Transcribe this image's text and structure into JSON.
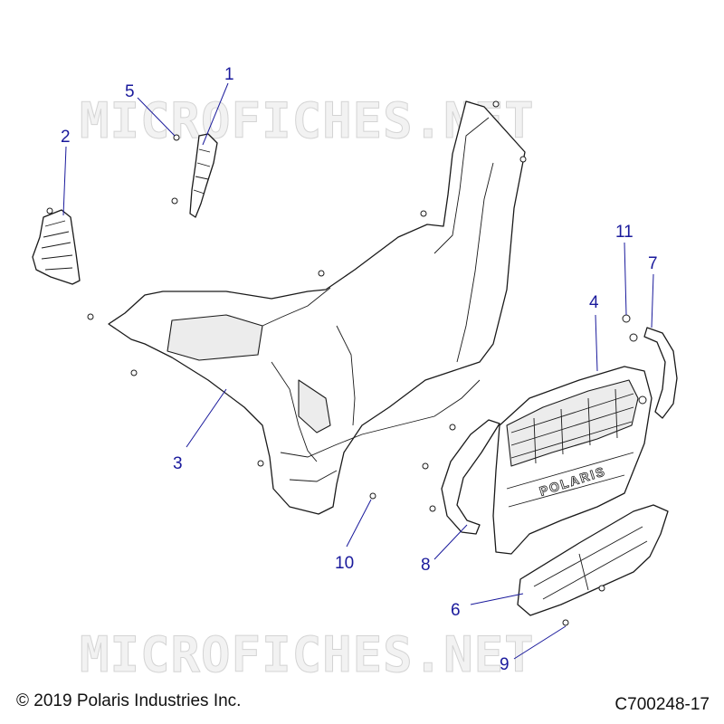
{
  "watermark": {
    "text": "MICROFICHES.NET"
  },
  "footer": {
    "copyright": "© 2019 Polaris Industries Inc.",
    "drawing_number": "C700248-17"
  },
  "grille_logo": "POLARIS",
  "callouts": {
    "c1": "1",
    "c2": "2",
    "c3": "3",
    "c4": "4",
    "c5": "5",
    "c6": "6",
    "c7": "7",
    "c8": "8",
    "c9": "9",
    "c10": "10",
    "c11": "11"
  },
  "colors": {
    "callout": "#1a1a9c",
    "line": "#1a1a1a",
    "watermark": "#d4d4d4"
  }
}
